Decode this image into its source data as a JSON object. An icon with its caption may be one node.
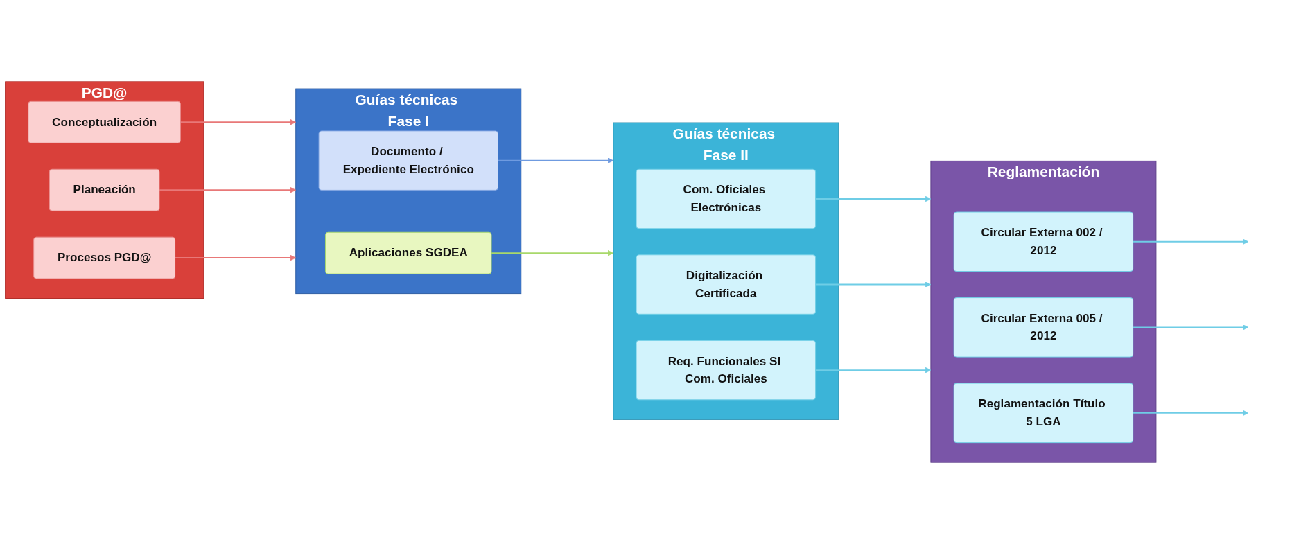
{
  "diagram": {
    "nodes": [
      {
        "text": [
          "PGD@"
        ]
      },
      {
        "text": [
          "Conceptualización"
        ],
        "in": 0
      },
      {
        "text": [
          "Planeación"
        ],
        "in": 0
      },
      {
        "text": [
          "Procesos PGD@"
        ],
        "in": 0
      },
      {
        "text": [
          "Guías técnicas Fase I"
        ]
      },
      {
        "text": [
          "Documento / Expediente Electrónico"
        ],
        "in": 4
      },
      {
        "text": [
          "Aplicaciones SGDEA"
        ],
        "in": 4
      },
      {
        "text": [
          "Guías técnicas Fase II"
        ]
      },
      {
        "text": [
          "Com. Oficiales Electrónicas"
        ],
        "in": 7
      },
      {
        "text": [
          "Digitalización Certificada"
        ],
        "in": 7
      },
      {
        "text": [
          "Req. Funcionales SI Com. Oficiales"
        ],
        "in": 7
      },
      {
        "text": [
          "Reglamentación"
        ]
      },
      {
        "text": [
          "Circular Externa 002 / 2012"
        ],
        "in": 11
      },
      {
        "text": [
          "Circular Externa 005 / 2012"
        ],
        "in": 11
      },
      {
        "text": [
          "Reglamentación Título 5 LGA"
        ],
        "in": 11
      }
    ],
    "edges": [
      {
        "from": 1,
        "to": 4,
        "arrow": "to",
        "color": "#e87878"
      },
      {
        "from": 2,
        "to": 4,
        "arrow": "to",
        "color": "#e87878"
      },
      {
        "from": 3,
        "to": 4,
        "arrow": "to",
        "color": "#e87878"
      },
      {
        "from": 5,
        "to": 7,
        "arrow": "to",
        "color": "#6f9be0"
      },
      {
        "from": 6,
        "to": 7,
        "arrow": "to",
        "color": "#a8d86a"
      },
      {
        "from": 8,
        "to": 11,
        "arrow": "to"
      },
      {
        "from": 9,
        "to": 11,
        "arrow": "to"
      },
      {
        "from": 10,
        "to": 11,
        "arrow": "to"
      },
      {
        "from": 12,
        "to": null,
        "arrow": "to"
      },
      {
        "from": 13,
        "to": null,
        "arrow": "to"
      },
      {
        "from": 14,
        "to": null,
        "arrow": "to"
      }
    ]
  }
}
